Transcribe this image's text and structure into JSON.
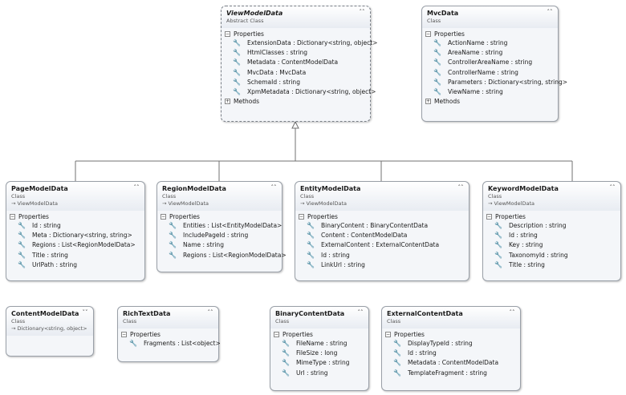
{
  "boxes": {
    "viewmodeldata": {
      "title": "ViewModelData",
      "stereotype": "Abstract Class",
      "sections": {
        "properties": "Properties",
        "methods": "Methods"
      },
      "properties": [
        "ExtensionData : Dictionary<string, object>",
        "HtmlClasses : string",
        "Metadata : ContentModelData",
        "MvcData : MvcData",
        "SchemaId : string",
        "XpmMetadata : Dictionary<string, object>"
      ]
    },
    "mvcdata": {
      "title": "MvcData",
      "stereotype": "Class",
      "sections": {
        "properties": "Properties",
        "methods": "Methods"
      },
      "properties": [
        "ActionName : string",
        "AreaName : string",
        "ControllerAreaName : string",
        "ControllerName : string",
        "Parameters : Dictionary<string, string>",
        "ViewName : string"
      ]
    },
    "pagemodeldata": {
      "title": "PageModelData",
      "stereotype": "Class",
      "base": "→ ViewModelData",
      "sections": {
        "properties": "Properties"
      },
      "properties": [
        "Id : string",
        "Meta : Dictionary<string, string>",
        "Regions : List<RegionModelData>",
        "Title : string",
        "UrlPath : string"
      ]
    },
    "regionmodeldata": {
      "title": "RegionModelData",
      "stereotype": "Class",
      "base": "→ ViewModelData",
      "sections": {
        "properties": "Properties"
      },
      "properties": [
        "Entities : List<EntityModelData>",
        "IncludePageId : string",
        "Name : string",
        "Regions : List<RegionModelData>"
      ]
    },
    "entitymodeldata": {
      "title": "EntityModelData",
      "stereotype": "Class",
      "base": "→ ViewModelData",
      "sections": {
        "properties": "Properties"
      },
      "properties": [
        "BinaryContent : BinaryContentData",
        "Content : ContentModelData",
        "ExternalContent : ExternalContentData",
        "Id : string",
        "LinkUrl : string"
      ]
    },
    "keywordmodeldata": {
      "title": "KeywordModelData",
      "stereotype": "Class",
      "base": "→ ViewModelData",
      "sections": {
        "properties": "Properties"
      },
      "properties": [
        "Description : string",
        "Id : string",
        "Key : string",
        "TaxonomyId : string",
        "Title : string"
      ]
    },
    "contentmodeldata": {
      "title": "ContentModelData",
      "stereotype": "Class",
      "base": "→ Dictionary<string, object>"
    },
    "richtextdata": {
      "title": "RichTextData",
      "stereotype": "Class",
      "sections": {
        "properties": "Properties"
      },
      "properties": [
        "Fragments : List<object>"
      ]
    },
    "binarycontentdata": {
      "title": "BinaryContentData",
      "stereotype": "Class",
      "sections": {
        "properties": "Properties"
      },
      "properties": [
        "FileName : string",
        "FileSize : long",
        "MimeType : string",
        "Url : string"
      ]
    },
    "externalcontentdata": {
      "title": "ExternalContentData",
      "stereotype": "Class",
      "sections": {
        "properties": "Properties"
      },
      "properties": [
        "DisplayTypeId : string",
        "Id : string",
        "Metadata : ContentModelData",
        "TemplateFragment : string"
      ]
    }
  },
  "icons": {
    "property": "wrench-icon",
    "collapse": "double-chevron-up-icon",
    "inheritance": "hollow-triangle-arrow"
  },
  "colors": {
    "box_fill": "#f4f6f9",
    "box_border": "#9aa0a8",
    "connector": "#707070"
  }
}
